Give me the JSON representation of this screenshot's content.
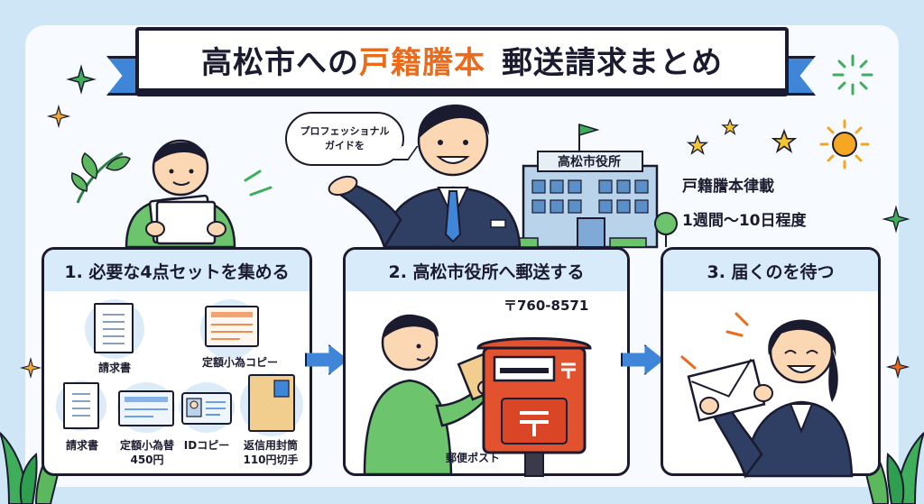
{
  "title": {
    "part1": "高松市への",
    "accent": "戸籍謄本",
    "part2": "郵送請求まとめ"
  },
  "bubble": {
    "line1": "プロフェッショナル",
    "line2": "ガイドを"
  },
  "building_sign": "高松市役所",
  "note": {
    "line1": "戸籍謄本律載",
    "line2": "1週間〜10日程度"
  },
  "steps": [
    {
      "title": "1. 必要な4点セットを集める",
      "items": [
        {
          "label": "請求書"
        },
        {
          "label": "定額小為コピー"
        },
        {
          "label": "請求書"
        },
        {
          "label": "定額小為替",
          "sub": "450円"
        },
        {
          "label": "IDコピー"
        },
        {
          "label": "返信用封筒",
          "sub": "110円切手"
        }
      ]
    },
    {
      "title": "2. 高松市役所へ郵送する",
      "postcode": "〒760-8571",
      "mailbox_label": "郵便ポスト"
    },
    {
      "title": "3. 届くのを待つ"
    }
  ],
  "colors": {
    "accent": "#ea6b1c",
    "blue": "#3f86d8",
    "panel_header": "#d7ebfa",
    "mailbox_red": "#e2522e",
    "green": "#5cb85c"
  }
}
